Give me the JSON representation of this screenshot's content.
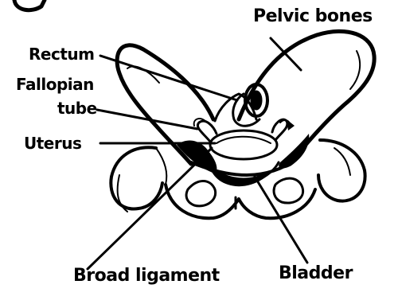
{
  "labels": {
    "pelvic_bones": "Pelvic bones",
    "rectum": "Rectum",
    "fallopian_tube_line1": "Fallopian",
    "fallopian_tube_line2": "tube",
    "uterus": "Uterus",
    "broad_ligament": "Broad ligament",
    "bladder": "Bladder"
  },
  "colors": {
    "ink": "#000000",
    "paper": "#ffffff"
  }
}
